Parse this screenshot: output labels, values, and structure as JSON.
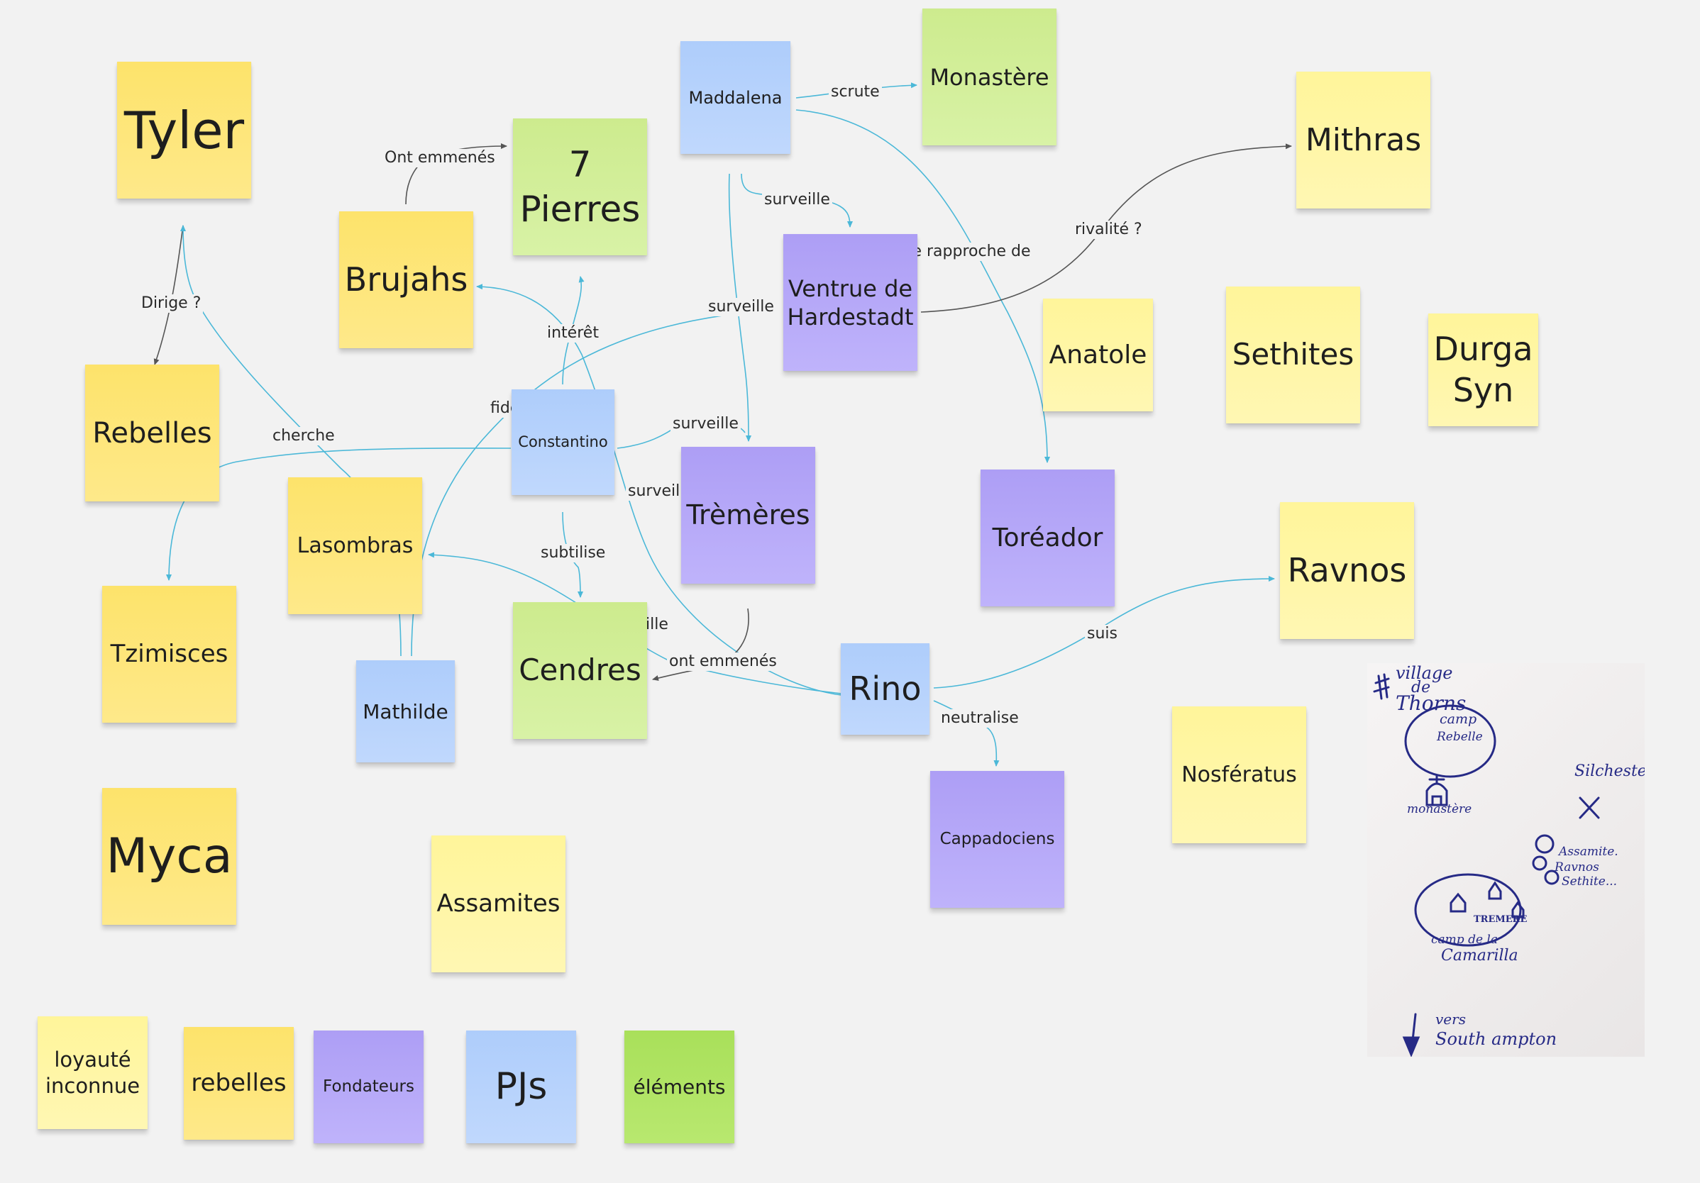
{
  "notes": {
    "tyler": "Tyler",
    "rebelles_main": "Rebelles",
    "brujahs": "Brujahs",
    "sept_pierres": [
      "7",
      "Pierres"
    ],
    "maddalena": "Maddalena",
    "monastere": "Monastère",
    "mithras": "Mithras",
    "ventrue": [
      "Ventrue de",
      "Hardestadt"
    ],
    "anatole": "Anatole",
    "sethites": "Sethites",
    "durga": [
      "Durga",
      "Syn"
    ],
    "constantino": "Constantino",
    "tremeres": "Trèmères",
    "toreador": "Toréador",
    "lasombras": "Lasombras",
    "tzimisces": "Tzimisces",
    "ravnos": "Ravnos",
    "mathilde": "Mathilde",
    "cendres": "Cendres",
    "rino": "Rino",
    "cappadociens": "Cappadociens",
    "nosferatus": "Nosfératus",
    "myca": "Myca",
    "assamites": "Assamites"
  },
  "legend": {
    "loyaute": [
      "loyauté",
      "inconnue"
    ],
    "rebelles": "rebelles",
    "fondateurs": "Fondateurs",
    "pjs": "PJs",
    "elements": "éléments"
  },
  "connectors": {
    "ont_emmenes_top": "Ont emmenés",
    "scrute": "scrute",
    "surveille_1": "surveille",
    "se_rapproche": "se rapproche de",
    "rivalite": "rivalité ?",
    "dirige": "Dirige ?",
    "interet": "intérêt",
    "surveille_2": "surveille",
    "fidele": "fidèle à",
    "cherche": "cherche",
    "surveille_3": "surveille",
    "surveille_4": "surveille",
    "subtilise": "subtilise",
    "surveille_5": "surveille",
    "ont_emmenes_bottom": "ont emmenés",
    "suis": "suis",
    "neutralise": "neutralise"
  },
  "map_sketch": {
    "village": [
      "village",
      "de",
      "Thorns"
    ],
    "camp_rebelle": [
      "camp",
      "Rebelle"
    ],
    "silchester": "Silchester",
    "monastere": "monastère",
    "clans": [
      "Assamite.",
      "Ravnos",
      "Sethite..."
    ],
    "tremere": "TREMERE",
    "camp_camarilla": [
      "camp de la",
      "Camarilla"
    ],
    "vers": [
      "vers",
      "South ampton"
    ]
  },
  "colors": {
    "background": "#f2f2f2",
    "yellow": "#fde36b",
    "light_yellow": "#fff59a",
    "green": "#cdeb8e",
    "bright_green": "#a9e05a",
    "blue": "#aecdfb",
    "purple": "#ad9ef5",
    "connector_blue": "#4bb8d8",
    "connector_dark": "#555555",
    "ink": "#262a86"
  }
}
